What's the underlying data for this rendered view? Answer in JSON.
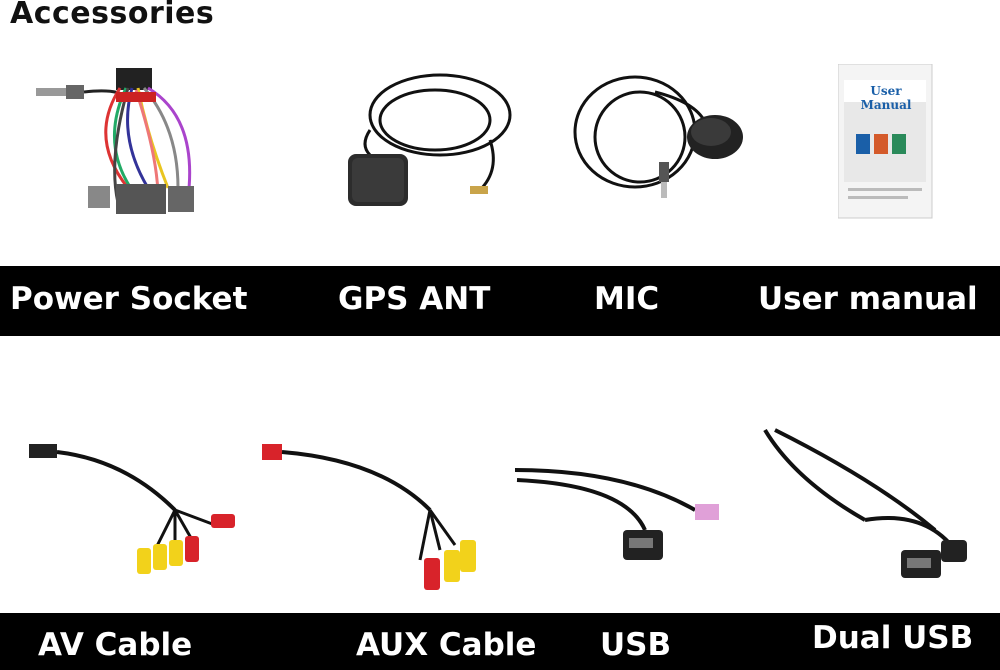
{
  "page": {
    "title": "Accessories"
  },
  "top_row": {
    "items": [
      {
        "label": "Power Socket",
        "icon": "power-socket-harness"
      },
      {
        "label": "GPS ANT",
        "icon": "gps-antenna"
      },
      {
        "label": "MIC",
        "icon": "microphone"
      },
      {
        "label": "User manual",
        "icon": "user-manual-booklet"
      }
    ]
  },
  "bottom_row": {
    "items": [
      {
        "label": "AV Cable",
        "icon": "av-cable"
      },
      {
        "label": "AUX Cable",
        "icon": "aux-cable"
      },
      {
        "label": "USB",
        "icon": "usb-cable"
      },
      {
        "label": "Dual USB",
        "icon": "dual-usb-cable"
      }
    ]
  },
  "manual_cover": {
    "title": "User Manual"
  },
  "colors": {
    "band": "#000000",
    "label_text": "#ffffff",
    "manual_blue": "#1a5fa8",
    "rca_yellow": "#f2d21b",
    "rca_red": "#d8232a"
  }
}
